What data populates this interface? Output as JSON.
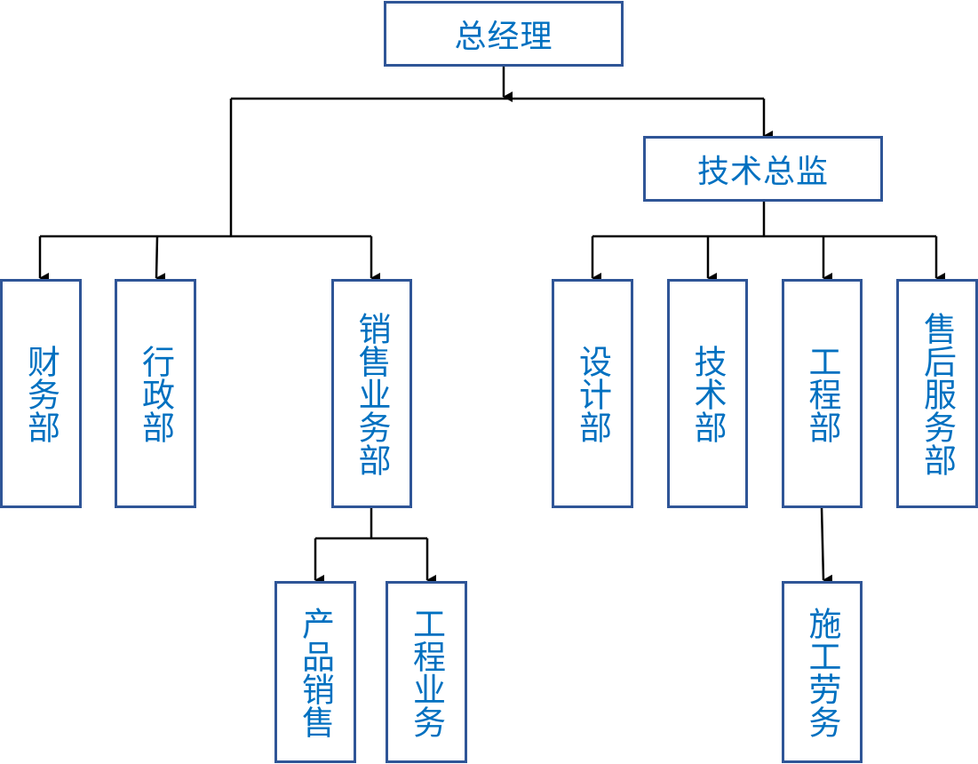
{
  "colors": {
    "box_border": "#2f5597",
    "text": "#0070c0",
    "connector": "#000000"
  },
  "nodes": {
    "general_manager": "总经理",
    "technical_director": "技术总监",
    "finance": "财务部",
    "administration": "行政部",
    "sales_business": "销售业务部",
    "design": "设计部",
    "technology": "技术部",
    "engineering": "工程部",
    "after_sales": "售后服务部",
    "product_sales": "产品销售",
    "engineering_business": "工程业务",
    "construction_labor": "施工劳务"
  }
}
